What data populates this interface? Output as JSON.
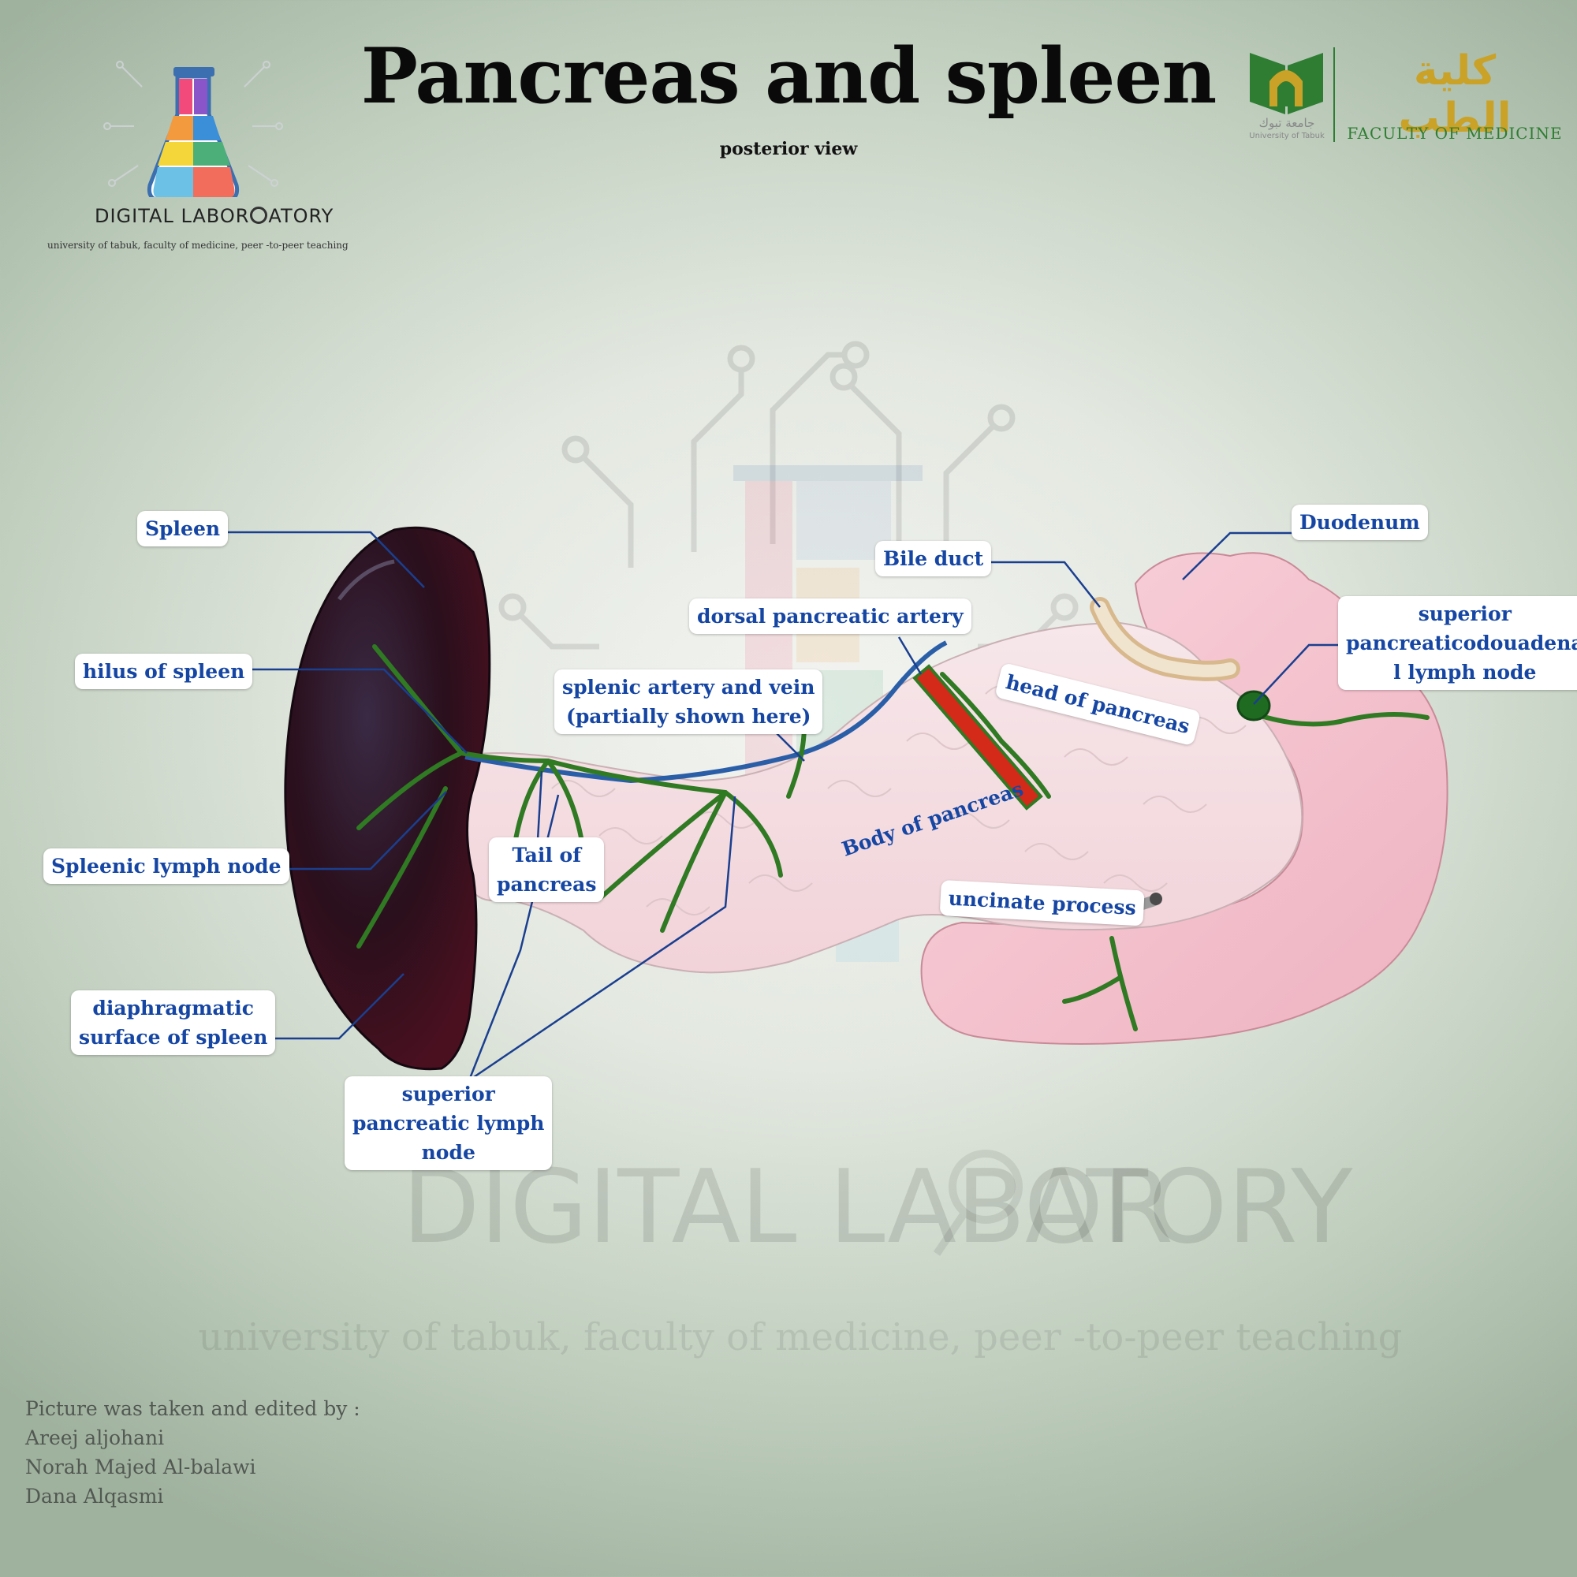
{
  "title": "Pancreas and spleen",
  "subtitle": "posterior view",
  "logo_left": {
    "name": "DIGITAL LABORATORY",
    "name_part1": "DIGITAL LABOR",
    "name_part2": "ATORY",
    "tagline": "university of tabuk, faculty of medicine, peer -to-peer teaching"
  },
  "logo_right": {
    "arabic_university": "جامعة تبوك",
    "english_university": "University of Tabuk",
    "arabic_faculty": "كلية الطب",
    "faculty": "FACULTY OF MEDICINE"
  },
  "watermark": {
    "name_part1": "DIGITAL LABOR",
    "name_part2": "ATORY",
    "tagline": "university of tabuk, faculty of medicine, peer -to-peer teaching"
  },
  "labels": {
    "spleen": "Spleen",
    "hilus": "hilus of spleen",
    "splenic_lymph": "Spleenic lymph node",
    "diaphragmatic_1": "diaphragmatic",
    "diaphragmatic_2": "surface of spleen",
    "tail_1": "Tail of",
    "tail_2": "pancreas",
    "superior_pancreatic_1": "superior",
    "superior_pancreatic_2": "pancreatic  lymph",
    "superior_pancreatic_3": "node",
    "splenic_artery_1": "splenic artery and vein",
    "splenic_artery_2": "(partially shown here)",
    "dorsal_artery": "dorsal pancreatic artery",
    "bile_duct": "Bile duct",
    "duodenum": "Duodenum",
    "head": "head of  pancreas",
    "body": "Body of  pancreas",
    "uncinate": "uncinate process",
    "spdln_1": "superior",
    "spdln_2": "pancreaticodouadena",
    "spdln_3": "l lymph node"
  },
  "credits": {
    "intro": "Picture was taken and edited by :",
    "names": [
      "Areej aljohani",
      "Norah Majed Al-balawi",
      "Dana Alqasmi"
    ]
  },
  "colors": {
    "label_text": "#1646a3",
    "leader_line": "#1a3f8f",
    "spleen": "#2a0f1c",
    "pancreas": "#f4d3da",
    "vessels": "#2f7a22",
    "artery": "#d32a1a",
    "faculty_green": "#2e7d32",
    "faculty_gold": "#c9a227"
  }
}
